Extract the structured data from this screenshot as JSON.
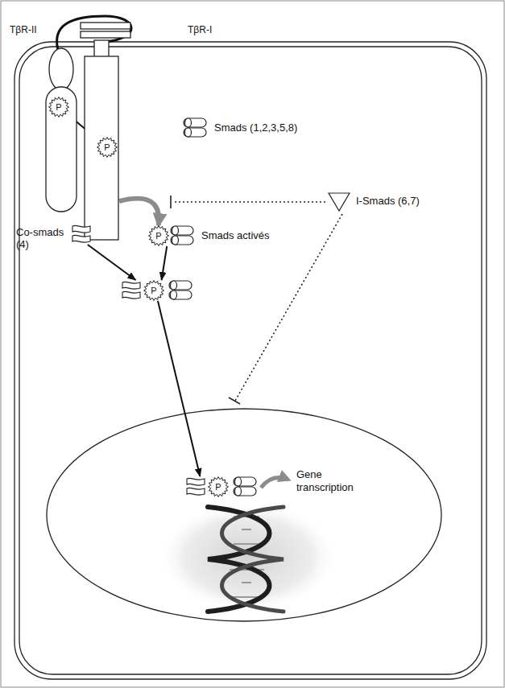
{
  "diagram": {
    "nodes": [
      {
        "text": [
          "TβR-II"
        ]
      },
      {
        "text": [
          "P"
        ],
        "in": 0
      },
      {
        "text": [
          "TβR-I"
        ]
      },
      {
        "text": [
          "P"
        ],
        "in": 2
      },
      {
        "text": [
          "Smads (1,2,3,5,8)"
        ]
      },
      {
        "text": [
          "I-Smads (6,7)"
        ]
      },
      {
        "text": [
          "P",
          "Smads activés"
        ]
      },
      {
        "text": [
          "Co-smads (4)"
        ]
      },
      {
        "text": [
          "P"
        ]
      },
      {
        "text": [
          "P"
        ]
      }
    ],
    "edges": [
      {
        "from": 1,
        "to": 3,
        "arrow": "to"
      },
      {
        "from": 2,
        "to": 6,
        "arrow": "to"
      },
      {
        "from": 7,
        "to": 8,
        "arrow": "to"
      },
      {
        "from": 6,
        "to": 8,
        "arrow": "to"
      },
      {
        "from": 8,
        "to": 9,
        "arrow": "to"
      }
    ],
    "labels": [
      "Gene transcription"
    ]
  }
}
